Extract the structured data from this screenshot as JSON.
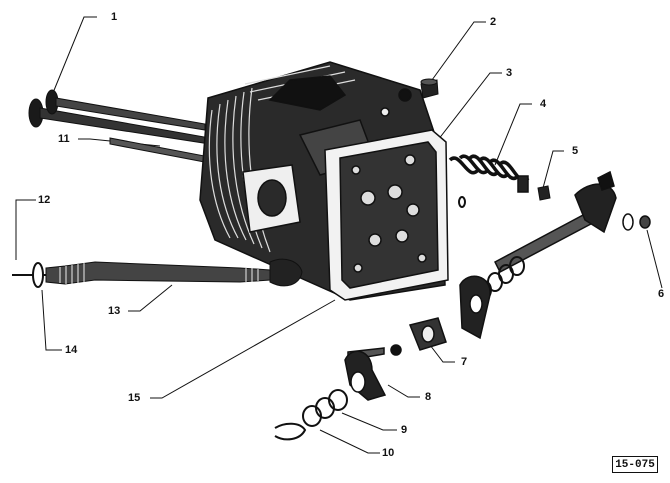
{
  "callouts": {
    "c1": "1",
    "c2": "2",
    "c3": "3",
    "c4": "4",
    "c5": "5",
    "c6": "6",
    "c7": "7",
    "c8": "8",
    "c9": "9",
    "c10": "10",
    "c11": "11",
    "c12": "12",
    "c13": "13",
    "c14": "14",
    "c15": "15"
  },
  "figure_ref": "15-075",
  "colors": {
    "ink": "#111111",
    "paper": "#ffffff"
  }
}
